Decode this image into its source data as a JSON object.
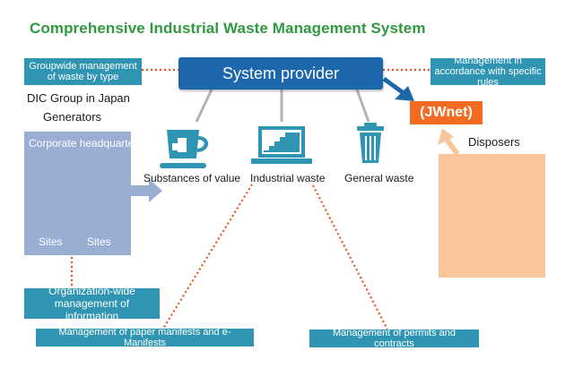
{
  "title": "Comprehensive Industrial Waste Management System",
  "system_provider": "System provider",
  "jwnet": "(JWnet)",
  "groupwide": "Groupwide management of waste by type",
  "management_rules": "Management in accordance with specific rules",
  "dic_group": "DIC Group in Japan",
  "generators": "Generators",
  "corporate_headquarters": "Corporate headquarters",
  "sites": [
    "Sites",
    "Sites"
  ],
  "substances_of_value": "Substances of value",
  "industrial_waste": "Industrial waste",
  "general_waste": "General waste",
  "disposers": "Disposers",
  "org_info": "Organization-wide management of information",
  "paper_manifests": "Management of paper manifests and e-Manifests",
  "permits_contracts": "Management of permits and contracts",
  "colors": {
    "title_green": "#2e9a3f",
    "provider_blue": "#1d67ad",
    "teal": "#2f95b2",
    "orange": "#f26b21",
    "generator_panel": "#9aaed4",
    "disposer_panel": "#f8c59a",
    "connector_gray": "#aaaaaa",
    "dotted_orange": "#e9531d"
  },
  "icons": [
    "cup-icon",
    "laptop-icon",
    "trash-can-icon",
    "building-icon",
    "factory-icon",
    "truck-icon"
  ]
}
